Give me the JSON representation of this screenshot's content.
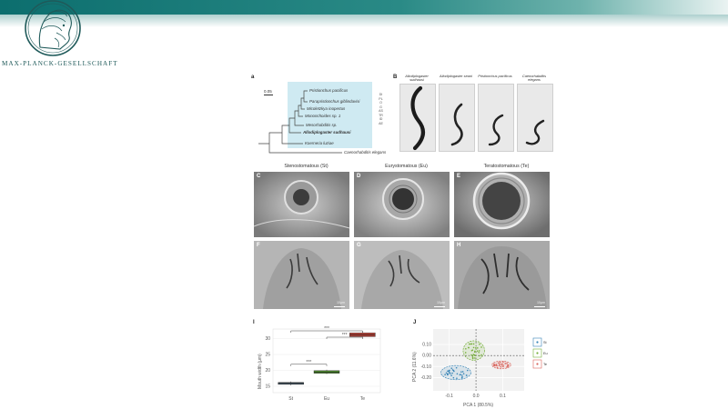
{
  "header": {
    "org_name": "MAX-PLANCK-GESELLSCHAFT"
  },
  "panels": {
    "a_label": "a",
    "b_label": "B",
    "c_label": "C",
    "d_label": "D",
    "e_label": "E",
    "f_label": "F",
    "g_label": "G",
    "h_label": "H",
    "i_label": "I",
    "j_label": "J"
  },
  "tree": {
    "scale": "0.05",
    "taxa": [
      "Pristionchus pacificus",
      "Parapristionchus giblindavisi",
      "Micoletzkya inopertus",
      "Mononchoides sp. 1",
      "Mesorhabditis sp.",
      "Allodiplogaster sudhausi",
      "Koerneria luziae",
      "Caenorhabditis elegans"
    ],
    "group_label": "DIPLOGASTRIDAE"
  },
  "worms": [
    "Allodiplogaster sudhausi",
    "Allodiplogaster seani",
    "Pristionchus pacificus",
    "Caenorhabditis elegans"
  ],
  "micrographs": {
    "headers": [
      "Stenostomatous (St)",
      "Eurystomatous (Eu)",
      "Teratostomatous (Te)"
    ],
    "dic_scale": "10μm"
  },
  "chart_data": [
    {
      "type": "box",
      "panel": "I",
      "categories": [
        "St",
        "Eu",
        "Te"
      ],
      "ylabel": "Mouth width (μm)",
      "ylim": [
        13,
        33
      ],
      "yticks": [
        15,
        20,
        25,
        30
      ],
      "boxes": [
        {
          "category": "St",
          "min": 15.3,
          "q1": 15.6,
          "median": 15.9,
          "q3": 16.2,
          "max": 16.5,
          "color": "#4d6070"
        },
        {
          "category": "Eu",
          "min": 18.8,
          "q1": 19.1,
          "median": 19.5,
          "q3": 19.9,
          "max": 20.2,
          "color": "#4f8a2e"
        },
        {
          "category": "Te",
          "min": 30.1,
          "q1": 30.6,
          "median": 31.1,
          "q3": 31.8,
          "max": 32.4,
          "color": "#b9443a"
        }
      ],
      "significance": [
        {
          "from": "St",
          "to": "Eu",
          "label": "***"
        },
        {
          "from": "St",
          "to": "Te",
          "label": "***"
        },
        {
          "from": "Eu",
          "to": "Te",
          "label": "***"
        }
      ]
    },
    {
      "type": "scatter",
      "panel": "J",
      "xlabel": "PCA 1 (80.5%)",
      "ylabel": "PCA 2 (11.6%)",
      "xlim": [
        -0.16,
        0.18
      ],
      "ylim": [
        -0.32,
        0.24
      ],
      "xticks": [
        -0.1,
        0.0,
        0.1
      ],
      "yticks": [
        0.1,
        0.0,
        -0.1,
        -0.2
      ],
      "ytick_labels": [
        "0.10",
        "0.00",
        "-0.10",
        "-0.20"
      ],
      "xtick_labels": [
        "-0.1",
        "0.0",
        "0.1"
      ],
      "legend_title": "",
      "series": [
        {
          "name": "St",
          "color": "#3a86b7",
          "center": [
            -0.075,
            -0.155
          ],
          "spread": [
            0.035,
            0.04
          ],
          "n": 34
        },
        {
          "name": "Eu",
          "color": "#77b03c",
          "center": [
            -0.008,
            0.045
          ],
          "spread": [
            0.025,
            0.055
          ],
          "n": 30
        },
        {
          "name": "Te",
          "color": "#d9665e",
          "center": [
            0.095,
            -0.085
          ],
          "spread": [
            0.022,
            0.022
          ],
          "n": 24
        }
      ]
    }
  ]
}
